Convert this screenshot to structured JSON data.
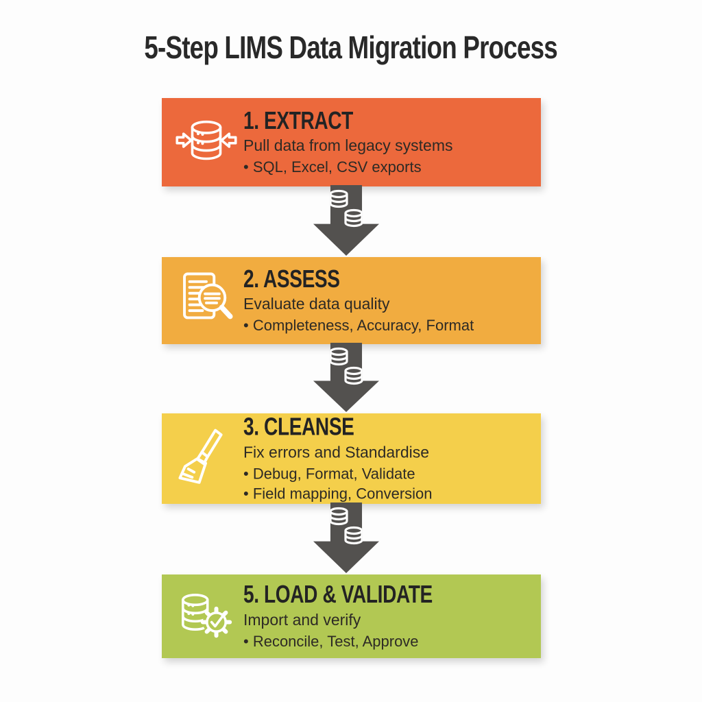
{
  "page": {
    "title": "5-Step LIMS Data Migration Process",
    "background": "#FDFDFD",
    "title_color": "#292929"
  },
  "steps": [
    {
      "heading": "1. EXTRACT",
      "subtitle": "Pull data from legacy systems",
      "bullets": [
        "• SQL, Excel, CSV exports"
      ],
      "color": "#EC693C",
      "icon": "database-extract-icon"
    },
    {
      "heading": "2. ASSESS",
      "subtitle": "Evaluate data quality",
      "bullets": [
        "• Completeness, Accuracy, Format"
      ],
      "color": "#F1AC40",
      "icon": "document-magnifier-icon"
    },
    {
      "heading": "3. CLEANSE",
      "subtitle": "Fix errors and Standardise",
      "bullets": [
        "• Debug, Format, Validate",
        "• Field mapping, Conversion"
      ],
      "color": "#F4CF4B",
      "icon": "broom-icon"
    },
    {
      "heading": "5. LOAD & VALIDATE",
      "subtitle": "Import and verify",
      "bullets": [
        "• Reconcile, Test, Approve"
      ],
      "color": "#B2C853",
      "icon": "database-gear-check-icon"
    }
  ],
  "connector": {
    "color": "#53514F",
    "icon": "database-transfer-icon"
  }
}
